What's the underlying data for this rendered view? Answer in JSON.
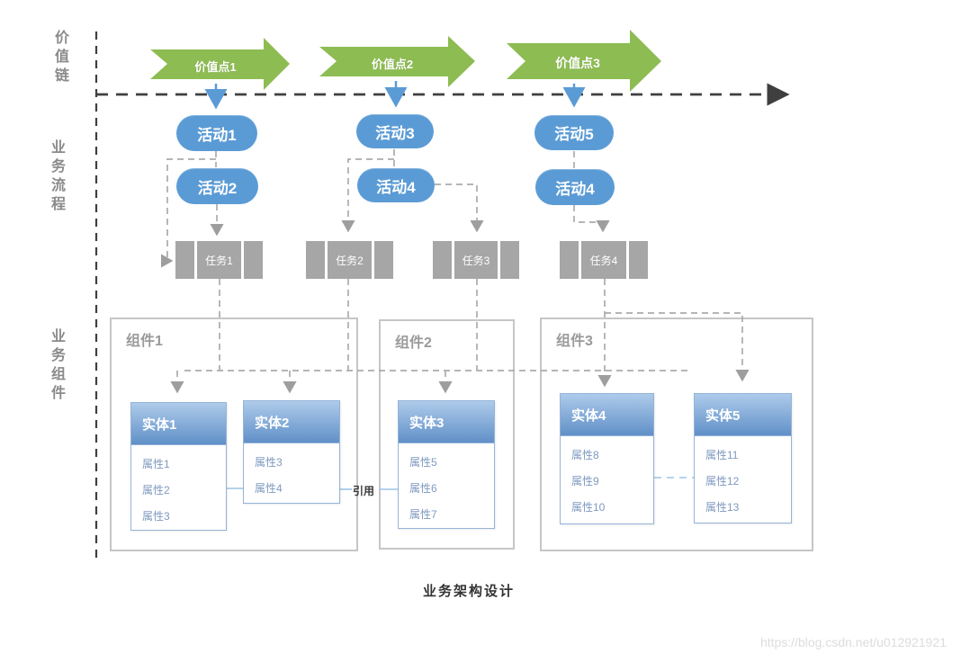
{
  "axis_rows": [
    {
      "label": "价值链"
    },
    {
      "label": "业务流程"
    },
    {
      "label": "业务组件"
    }
  ],
  "value_points": [
    {
      "label": "价值点1"
    },
    {
      "label": "价值点2"
    },
    {
      "label": "价值点3"
    }
  ],
  "activities": {
    "col1": [
      "活动1",
      "活动2"
    ],
    "col2": [
      "活动3",
      "活动4"
    ],
    "col3": [
      "活动5",
      "活动4"
    ]
  },
  "tasks": [
    {
      "label": "任务1"
    },
    {
      "label": "任务2"
    },
    {
      "label": "任务3"
    },
    {
      "label": "任务4"
    }
  ],
  "components": [
    {
      "label": "组件1",
      "entities": [
        {
          "name": "实体1",
          "attrs": [
            "属性1",
            "属性2",
            "属性3"
          ]
        },
        {
          "name": "实体2",
          "attrs": [
            "属性3",
            "属性4"
          ]
        }
      ]
    },
    {
      "label": "组件2",
      "entities": [
        {
          "name": "实体3",
          "attrs": [
            "属性5",
            "属性6",
            "属性7"
          ]
        }
      ]
    },
    {
      "label": "组件3",
      "entities": [
        {
          "name": "实体4",
          "attrs": [
            "属性8",
            "属性9",
            "属性10"
          ]
        },
        {
          "name": "实体5",
          "attrs": [
            "属性11",
            "属性12",
            "属性13"
          ]
        }
      ]
    }
  ],
  "annotations": {
    "reference_label": "引用",
    "caption": "业务架构设计",
    "watermark": "https://blog.csdn.net/u012921921"
  },
  "colors": {
    "value_chain_green": "#8DBC52",
    "activity_blue": "#5B9BD5",
    "task_gray": "#A6A6A6",
    "entity_header_top": "#AECBEA",
    "entity_header_bottom": "#6090C8",
    "entity_border": "#95B3D7",
    "attribute_text": "#7E99BF",
    "connector_gray": "#ABABAB",
    "axis_black": "#3F3F3F",
    "component_border": "#C6C6C6"
  }
}
